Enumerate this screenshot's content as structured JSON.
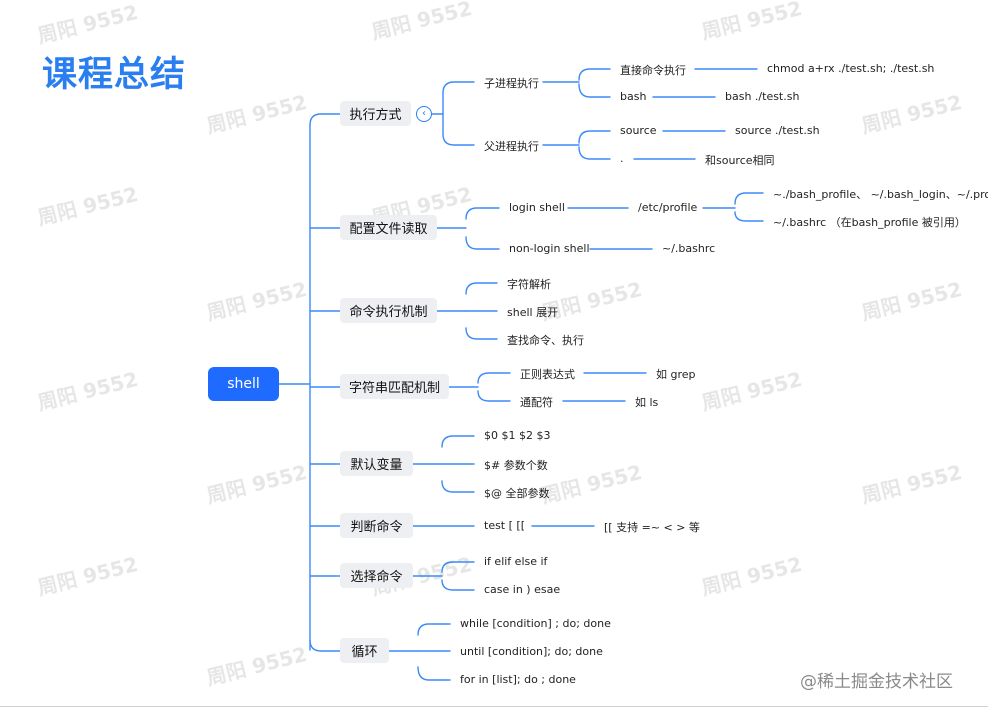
{
  "title": "课程总结",
  "root": "shell",
  "watermark": {
    "text": "周阳 9552",
    "sub": "周阳 9552"
  },
  "credit": "@稀土掘金技术社区",
  "branches": {
    "exec": {
      "label": "执行方式",
      "child": {
        "label": "子进程执行",
        "a": "直接命令执行",
        "a_val": "chmod a+rx ./test.sh; ./test.sh",
        "b": "bash",
        "b_val": "bash ./test.sh"
      },
      "parent": {
        "label": "父进程执行",
        "a": "source",
        "a_val": "source ./test.sh",
        "b": ".",
        "b_val": "和source相同"
      }
    },
    "config": {
      "label": "配置文件读取",
      "login": "login shell",
      "profile": "/etc/profile",
      "profile_a": "~./bash_profile、 ~/.bash_login、~/.profile",
      "profile_b": "~/.bashrc （在bash_profile 被引用）",
      "nonlogin": "non-login shell",
      "bashrc": "~/.bashrc"
    },
    "mech": {
      "label": "命令执行机制",
      "items": [
        "字符解析",
        "shell 展开",
        "查找命令、执行"
      ]
    },
    "match": {
      "label": "字符串匹配机制",
      "a": "正则表达式",
      "a_val": "如 grep",
      "b": "通配符",
      "b_val": "如 ls"
    },
    "vars": {
      "label": "默认变量",
      "items": [
        "$0 $1 $2 $3",
        "$# 参数个数",
        "$@  全部参数"
      ]
    },
    "judge": {
      "label": "判断命令",
      "a": "test [  [[",
      "a_val": "[[ 支持 =~  <  > 等"
    },
    "select": {
      "label": "选择命令",
      "items": [
        "if elif  else if",
        "case in  )  esae"
      ]
    },
    "loop": {
      "label": "循环",
      "items": [
        "while  [condition] ; do;  done",
        "until [condition]; do; done",
        "for in [list]; do ; done"
      ]
    }
  }
}
